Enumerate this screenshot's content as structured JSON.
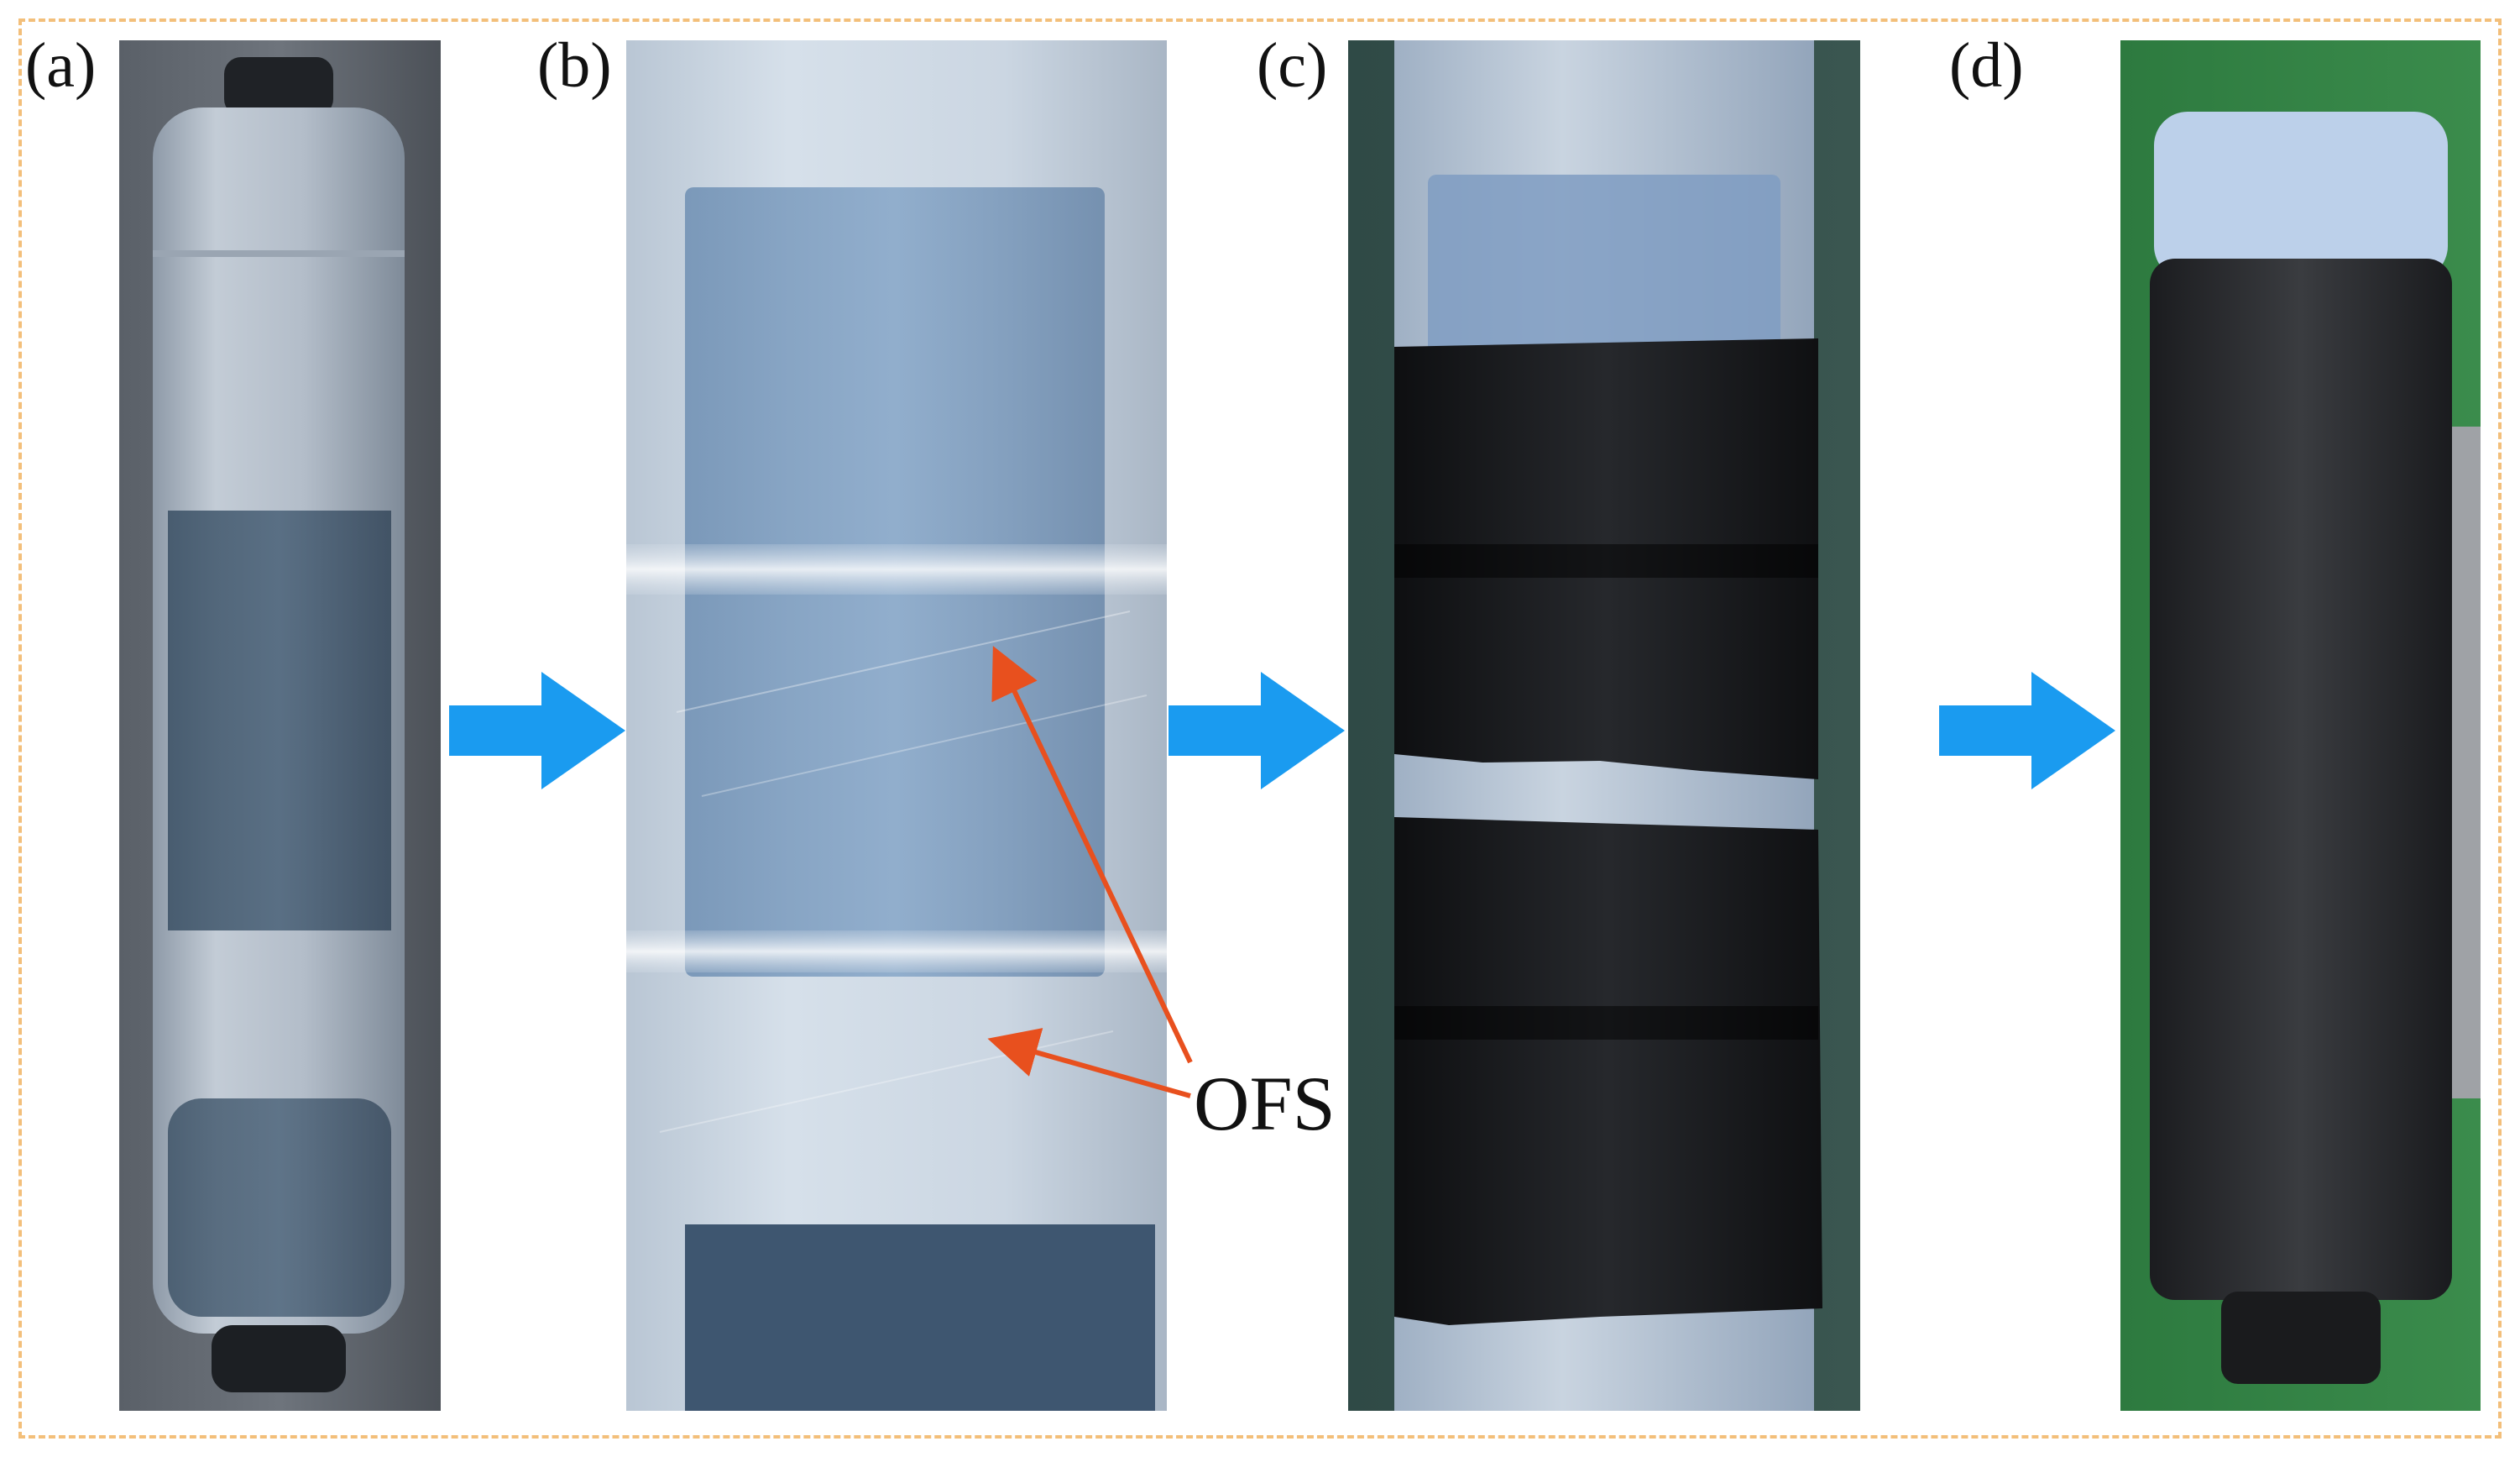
{
  "panels": [
    {
      "label": "(a)"
    },
    {
      "label": "(b)"
    },
    {
      "label": "(c)"
    },
    {
      "label": "(d)"
    }
  ],
  "annotation": {
    "text": "OFS"
  },
  "colors": {
    "frame_dash": "#f3bf7a",
    "arrow_blue": "#1a9bf0",
    "annotation_arrow": "#e8501e",
    "translucent_tube": "#cdd9e6",
    "composite_black": "#151618"
  }
}
